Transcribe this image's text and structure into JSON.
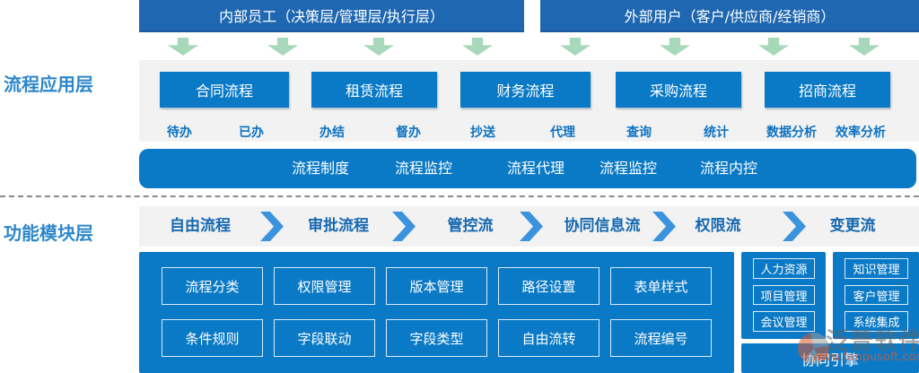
{
  "left_labels": {
    "layer1": "流程应用层",
    "layer2": "功能模块层"
  },
  "layer1": {
    "headers": {
      "internal": "内部员工（决策层/管理层/执行层）",
      "external": "外部用户（客户/供应商/经销商）"
    },
    "process_boxes": [
      "合同流程",
      "租赁流程",
      "财务流程",
      "采购流程",
      "招商流程"
    ],
    "quick_labels": [
      "待办",
      "已办",
      "办结",
      "督办",
      "抄送",
      "代理",
      "查询",
      "统计",
      "数据分析",
      "效率分析"
    ],
    "control_bar": [
      "流程制度",
      "流程监控",
      "流程代理",
      "流程监控",
      "流程内控"
    ]
  },
  "layer2": {
    "flow_steps": [
      "自由流程",
      "审批流程",
      "管控流",
      "协同信息流",
      "权限流",
      "变更流"
    ],
    "module_grid": [
      [
        "流程分类",
        "权限管理",
        "版本管理",
        "路径设置",
        "表单样式"
      ],
      [
        "条件规则",
        "字段联动",
        "字段类型",
        "自由流转",
        "流程编号"
      ]
    ],
    "side_col1": [
      "人力资源",
      "项目管理",
      "会议管理"
    ],
    "side_col2": [
      "知识管理",
      "客户管理",
      "系统集成"
    ],
    "engine": "协同引擎"
  },
  "watermark": {
    "brand": "泛普软件",
    "url": "www.fanpusoft.com"
  },
  "colors": {
    "banner_blue": "#1f68b1",
    "primary_blue": "#0b7ac6",
    "panel_gray": "#f2f2f2",
    "arrow_green": "#a8d8ba",
    "chevron_blue": "#3b93de",
    "label_blue": "#0e72c0",
    "flow_text_blue": "#1668b0",
    "side_label_blue": "#2d87c9",
    "watermark_orange": "#e05a2d"
  }
}
